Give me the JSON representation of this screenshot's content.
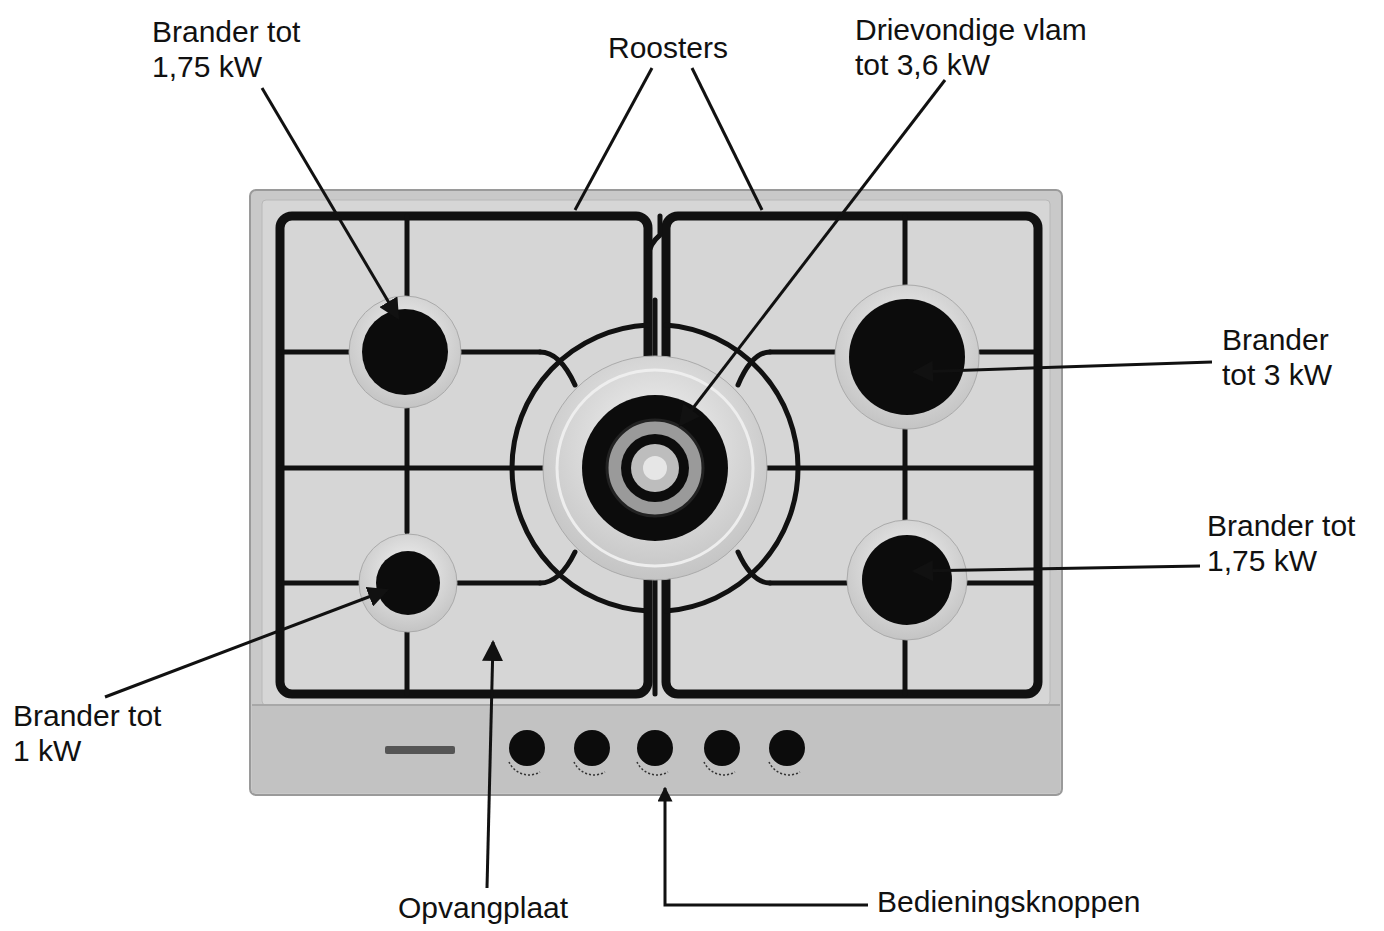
{
  "diagram": {
    "labels": [
      "Brander tot 1,75 kW",
      "Roosters",
      "Drievondige vlam tot 3,6 kW",
      "Brander tot 3 kW",
      "Brander tot 1,75 kW",
      "Brander tot 1 kW",
      "Opvangplaat",
      "Bedieningsknoppen"
    ]
  }
}
